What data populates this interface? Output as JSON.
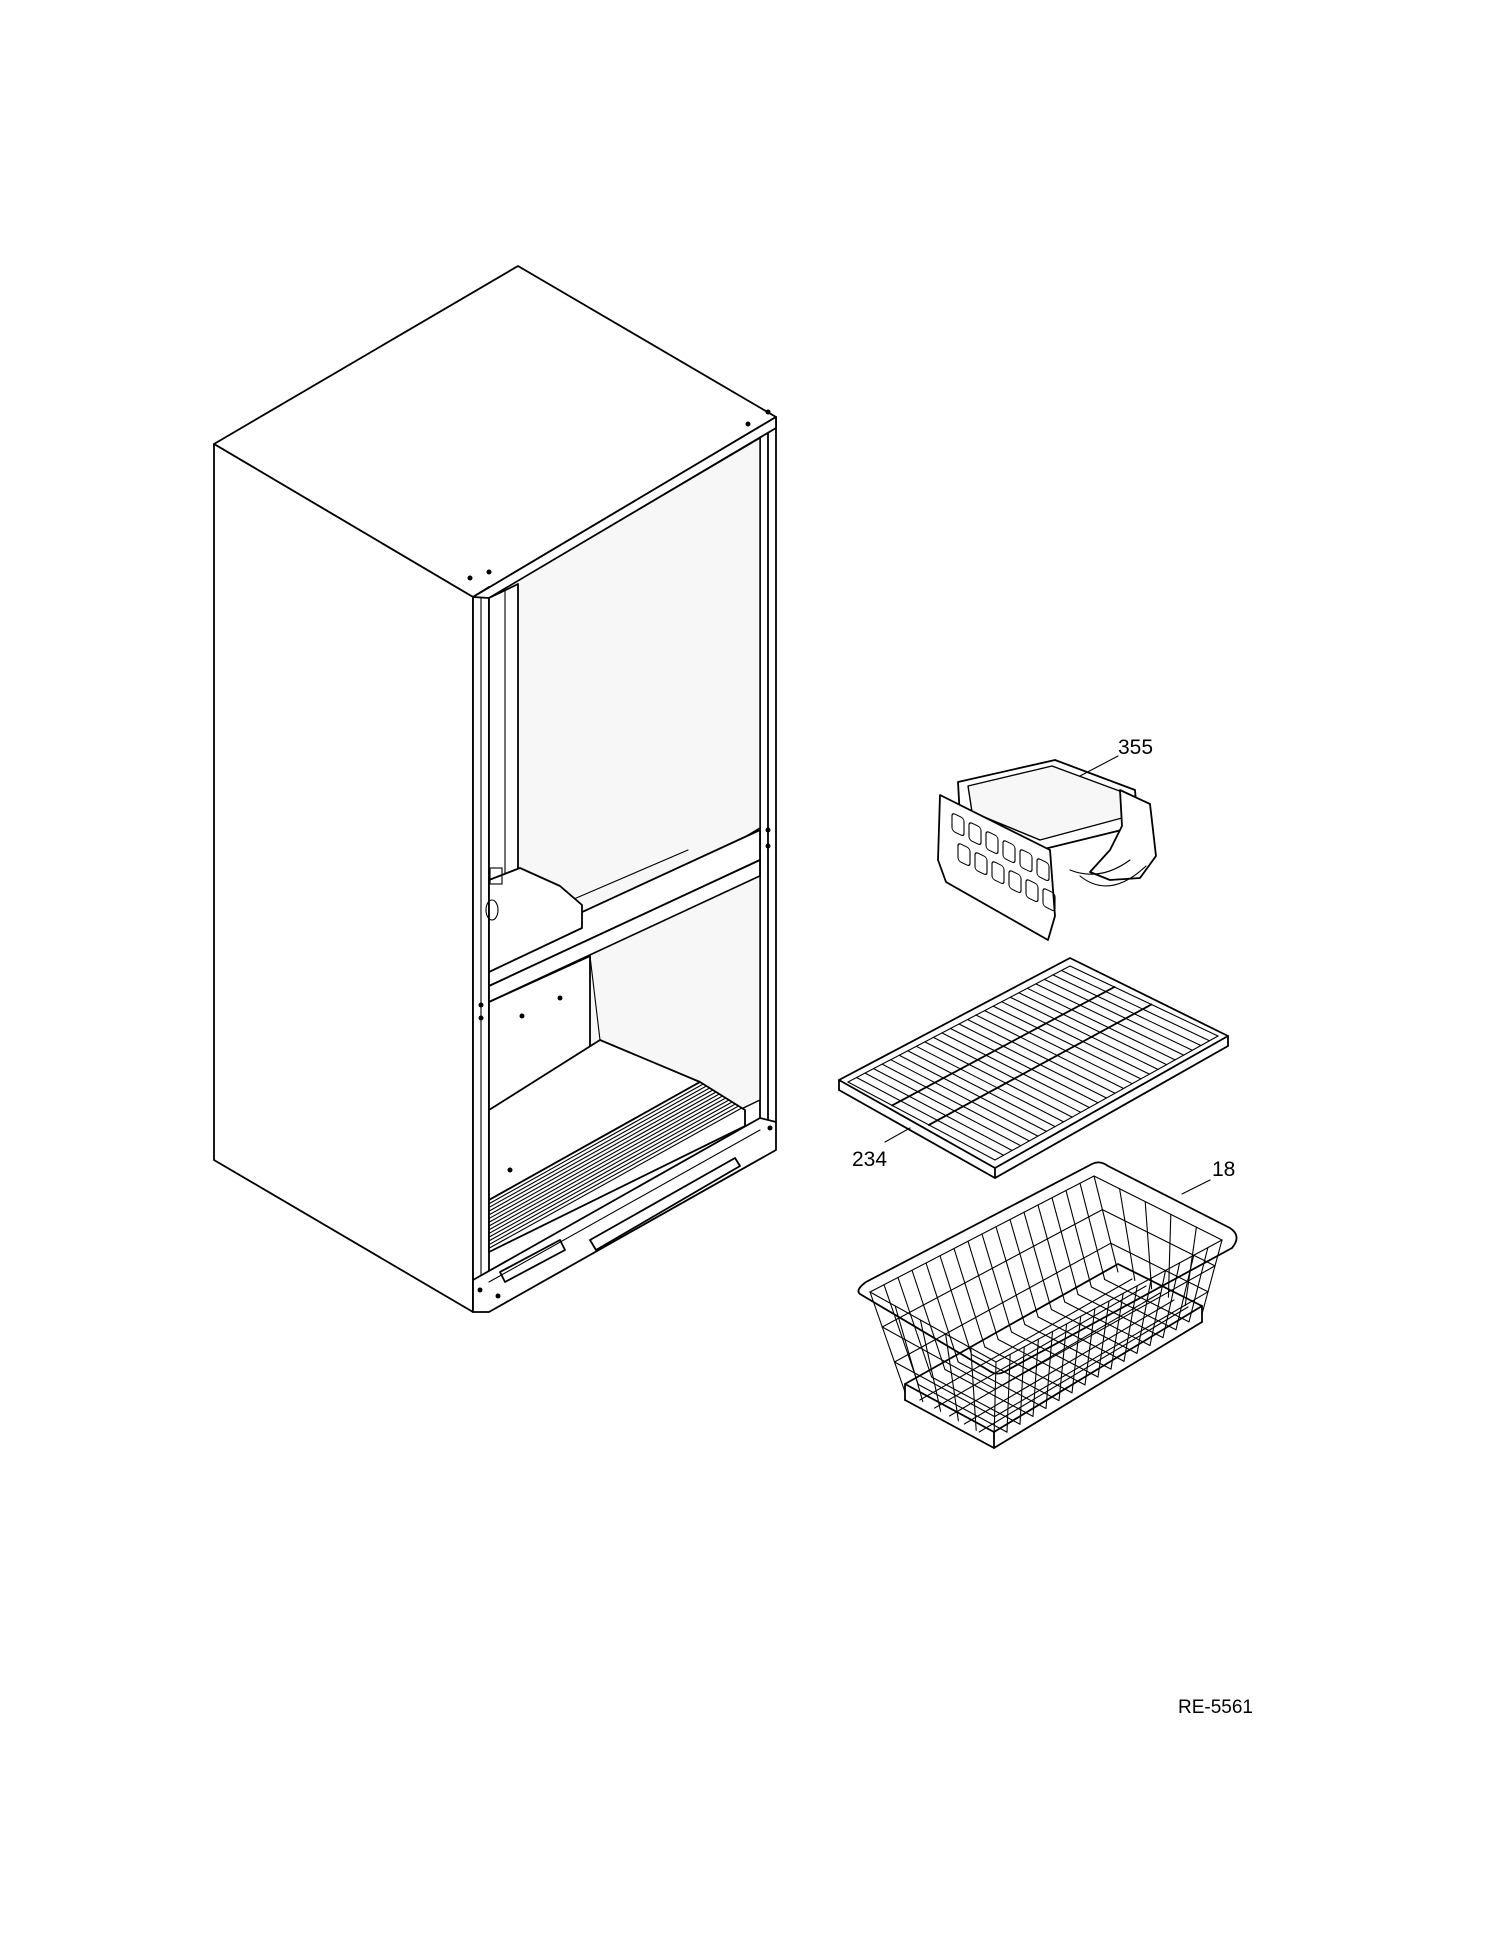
{
  "parts": [
    {
      "number": "355",
      "item": "ice-bin"
    },
    {
      "number": "234",
      "item": "wire-shelf"
    },
    {
      "number": "18",
      "item": "wire-basket"
    }
  ],
  "reference_code": "RE-5561",
  "colors": {
    "line": "#000000",
    "background": "#ffffff"
  }
}
